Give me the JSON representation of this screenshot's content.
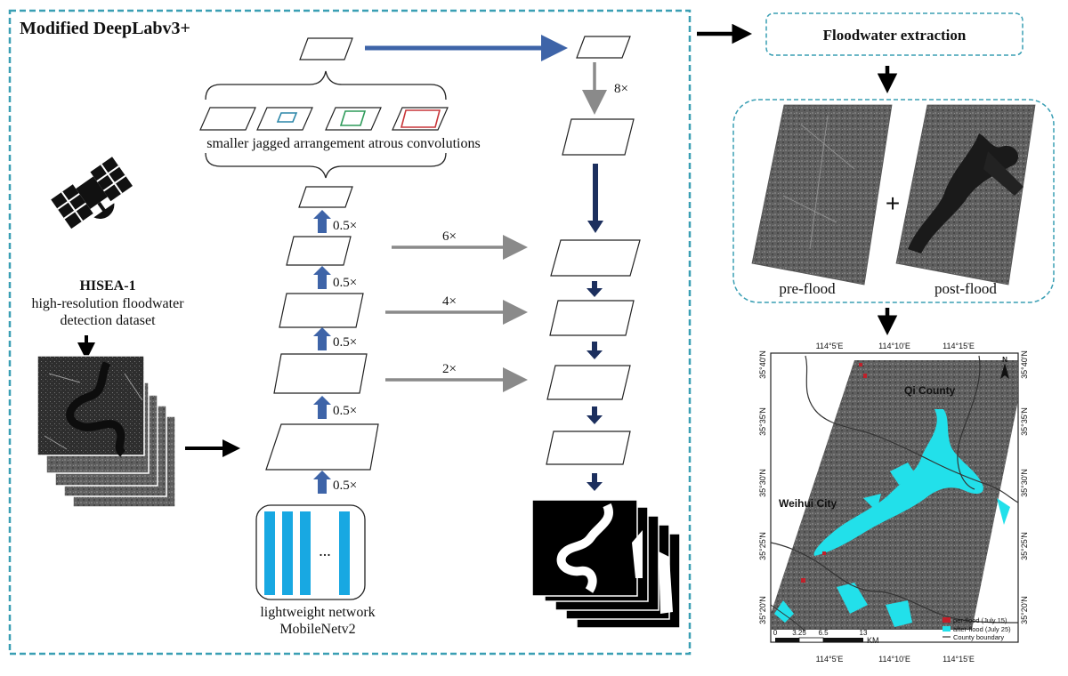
{
  "model_title": "Modified DeepLabv3+",
  "satellite": {
    "name": "HISEA-1",
    "dataset_line1": "high-resolution floodwater",
    "dataset_line2": "detection dataset"
  },
  "aspp_label": "smaller jagged arrangement atrous convolutions",
  "encoder_scales": [
    "0.5×",
    "0.5×",
    "0.5×",
    "0.5×",
    "0.5×"
  ],
  "skip_scales": [
    "6×",
    "4×",
    "2×"
  ],
  "upsample_label": "8×",
  "backbone": {
    "ellipsis": "...",
    "line1": "lightweight network",
    "line2": "MobileNetv2"
  },
  "extraction_label": "Floodwater extraction",
  "pre_flood_label": "pre-flood",
  "post_flood_label": "post-flood",
  "plus_sign": "+",
  "map": {
    "top_lon": [
      "114°5'E",
      "114°10'E",
      "114°15'E"
    ],
    "bottom_lon": [
      "114°5'E",
      "114°10'E",
      "114°15'E"
    ],
    "left_lat": [
      "35°40'N",
      "35°35'N",
      "35°30'N",
      "35°25'N",
      "35°20'N"
    ],
    "right_lat": [
      "35°40'N",
      "35°35'N",
      "35°30'N",
      "35°25'N",
      "35°20'N"
    ],
    "city1": "Qi County",
    "city2": "Weihui City",
    "north": "N",
    "scale_ticks": [
      "0",
      "3.25",
      "6.5",
      "13"
    ],
    "scale_unit": "KM",
    "legend": [
      {
        "label": "per-flood (July 15)",
        "color": "#c0202a"
      },
      {
        "label": "after-flood (July 25)",
        "color": "#22e0ea"
      },
      {
        "label": "County boundary",
        "color": "#333333"
      }
    ]
  },
  "colors": {
    "dash_border": "#3a9fb4",
    "blue_arrow": "#3e64a8",
    "navy_arrow": "#1c2f5e",
    "gray_arrow": "#8a8a8a",
    "backbone_bar": "#18a8e2",
    "kernel_blue": "#2b86a8",
    "kernel_green": "#2e9b5a",
    "kernel_red": "#c8373a",
    "flood": "#22e0ea"
  }
}
